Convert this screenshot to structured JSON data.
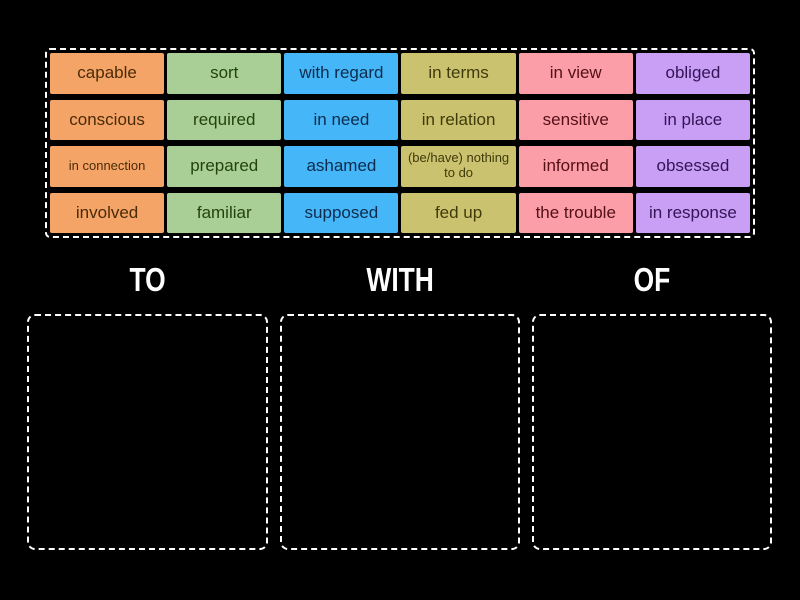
{
  "pool": {
    "tiles": [
      {
        "label": "capable",
        "color": "orange",
        "small": false
      },
      {
        "label": "sort",
        "color": "green",
        "small": false
      },
      {
        "label": "with regard",
        "color": "blue",
        "small": false
      },
      {
        "label": "in terms",
        "color": "khaki",
        "small": false
      },
      {
        "label": "in view",
        "color": "pink",
        "small": false
      },
      {
        "label": "obliged",
        "color": "purple",
        "small": false
      },
      {
        "label": "conscious",
        "color": "orange",
        "small": false
      },
      {
        "label": "required",
        "color": "green",
        "small": false
      },
      {
        "label": "in need",
        "color": "blue",
        "small": false
      },
      {
        "label": "in relation",
        "color": "khaki",
        "small": false
      },
      {
        "label": "sensitive",
        "color": "pink",
        "small": false
      },
      {
        "label": "in place",
        "color": "purple",
        "small": false
      },
      {
        "label": "in connection",
        "color": "orange",
        "small": true
      },
      {
        "label": "prepared",
        "color": "green",
        "small": false
      },
      {
        "label": "ashamed",
        "color": "blue",
        "small": false
      },
      {
        "label": "(be/have) nothing to do",
        "color": "khaki",
        "small": true
      },
      {
        "label": "informed",
        "color": "pink",
        "small": false
      },
      {
        "label": "obsessed",
        "color": "purple",
        "small": false
      },
      {
        "label": "involved",
        "color": "orange",
        "small": false
      },
      {
        "label": "familiar",
        "color": "green",
        "small": false
      },
      {
        "label": "supposed",
        "color": "blue",
        "small": false
      },
      {
        "label": "fed up",
        "color": "khaki",
        "small": false
      },
      {
        "label": "the trouble",
        "color": "pink",
        "small": false
      },
      {
        "label": "in response",
        "color": "purple",
        "small": false
      }
    ]
  },
  "categories": [
    {
      "label": "TO"
    },
    {
      "label": "WITH"
    },
    {
      "label": "OF"
    }
  ],
  "colors": {
    "background": "#000000",
    "dashed_border": "#ffffff",
    "label_text": "#ffffff",
    "tile_colors": {
      "orange": {
        "bg": "#F5A467",
        "text": "#4A2B07"
      },
      "green": {
        "bg": "#A9CF96",
        "text": "#23420F"
      },
      "blue": {
        "bg": "#45B6F7",
        "text": "#0D2B4C"
      },
      "khaki": {
        "bg": "#CBC26F",
        "text": "#3F3A0A"
      },
      "pink": {
        "bg": "#FB9EA8",
        "text": "#541016"
      },
      "purple": {
        "bg": "#C89FF5",
        "text": "#341356"
      }
    }
  }
}
